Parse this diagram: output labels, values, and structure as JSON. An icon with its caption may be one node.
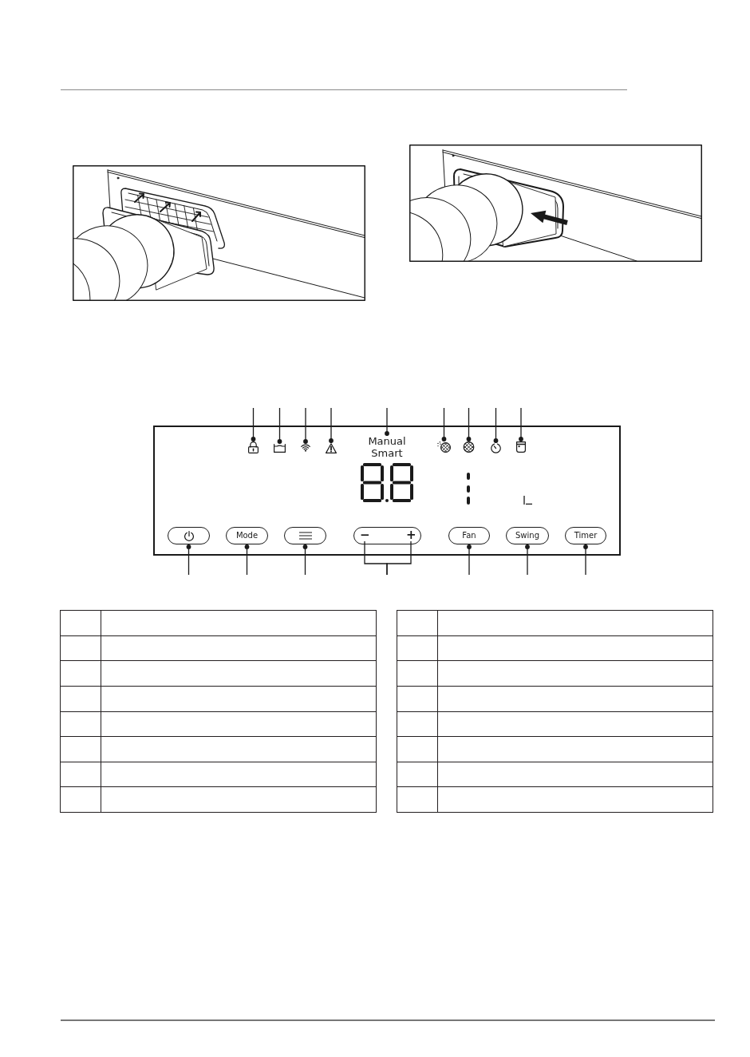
{
  "diagram": {
    "nodes": [
      {
        "text": [],
        "shape": "box"
      },
      {
        "text": [],
        "shape": "picture",
        "in": 0
      },
      {
        "text": [],
        "shape": "picture",
        "in": 0
      },
      {
        "text": [],
        "shape": "picture",
        "in": 0
      },
      {
        "text": [],
        "shape": "picture",
        "in": 0
      },
      {
        "text": [
          "Manual",
          "Smart"
        ],
        "in": 0
      },
      {
        "text": [],
        "shape": "picture",
        "in": 0
      },
      {
        "text": [],
        "shape": "picture",
        "in": 0
      },
      {
        "text": [],
        "shape": "picture",
        "in": 0
      },
      {
        "text": [],
        "shape": "picture",
        "in": 0
      },
      {
        "text": [],
        "shape": "box",
        "in": 0
      },
      {
        "text": [
          "Mode"
        ],
        "in": 0
      },
      {
        "text": [],
        "shape": "box",
        "in": 0
      },
      {
        "text": [],
        "shape": "box",
        "in": 0
      },
      {
        "text": [
          "−"
        ],
        "in": 13
      },
      {
        "text": [
          "+"
        ],
        "in": 13
      },
      {
        "text": [
          "Fan"
        ],
        "in": 0
      },
      {
        "text": [
          "Swing"
        ],
        "in": 0
      },
      {
        "text": [
          "Timer"
        ],
        "in": 0
      }
    ],
    "edges": [
      {
        "from": null,
        "to": 1,
        "arrow": "other"
      },
      {
        "from": null,
        "to": 2,
        "arrow": "other"
      },
      {
        "from": null,
        "to": 3,
        "arrow": "other"
      },
      {
        "from": null,
        "to": 4,
        "arrow": "other"
      },
      {
        "from": null,
        "to": 5,
        "arrow": "other"
      },
      {
        "from": null,
        "to": 6,
        "arrow": "other"
      },
      {
        "from": null,
        "to": 7,
        "arrow": "other"
      },
      {
        "from": null,
        "to": 8,
        "arrow": "other"
      },
      {
        "from": null,
        "to": 9,
        "arrow": "other"
      },
      {
        "from": null,
        "to": 10,
        "arrow": "other"
      },
      {
        "from": null,
        "to": 11,
        "arrow": "other"
      },
      {
        "from": null,
        "to": 12,
        "arrow": "other"
      },
      {
        "from": null,
        "to": 14,
        "arrow": "none"
      },
      {
        "from": null,
        "to": 15,
        "arrow": "none"
      },
      {
        "from": null,
        "to": 16,
        "arrow": "other"
      },
      {
        "from": null,
        "to": 17,
        "arrow": "other"
      },
      {
        "from": null,
        "to": 18,
        "arrow": "other"
      }
    ]
  }
}
